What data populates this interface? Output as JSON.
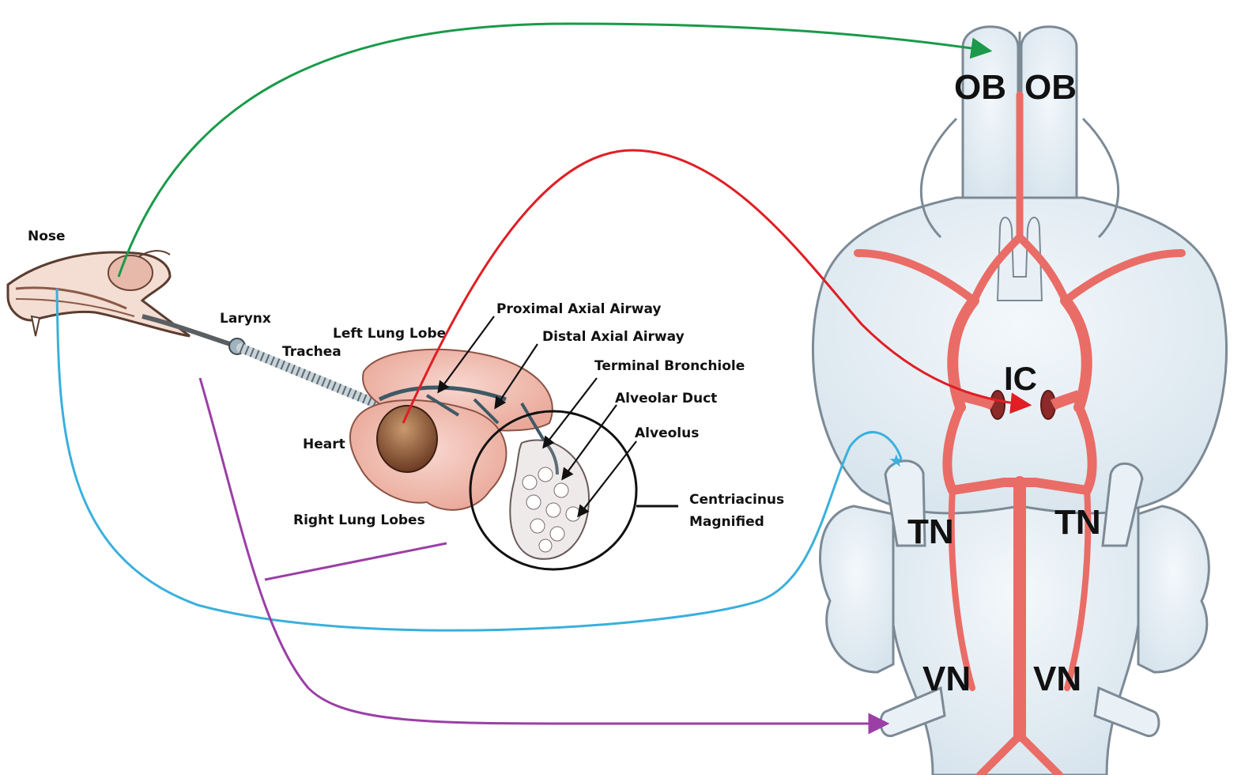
{
  "labels": {
    "nose": "Nose",
    "larynx": "Larynx",
    "trachea": "Trachea",
    "left_lung_lobe": "Left Lung Lobe",
    "heart": "Heart",
    "right_lung_lobes": "Right Lung Lobes",
    "proximal_axial_airway": "Proximal Axial Airway",
    "distal_axial_airway": "Distal Axial Airway",
    "terminal_bronchiole": "Terminal Bronchiole",
    "alveolar_duct": "Alveolar Duct",
    "alveolus": "Alveolus",
    "centriacinus_line1": "Centriacinus",
    "centriacinus_line2": "Magnified"
  },
  "brain_labels": {
    "ob_left": "OB",
    "ob_right": "OB",
    "ic": "IC",
    "tn_left": "TN",
    "tn_right": "TN",
    "vn_left": "VN",
    "vn_right": "VN"
  },
  "pathway_colors": {
    "olfactory": "#1a9a4a",
    "vascular": "#e01e24",
    "trigeminal": "#3ab0dc",
    "vagal": "#9b3fa6",
    "vessel": "#ea6c66",
    "brain": "#e4eef5"
  }
}
